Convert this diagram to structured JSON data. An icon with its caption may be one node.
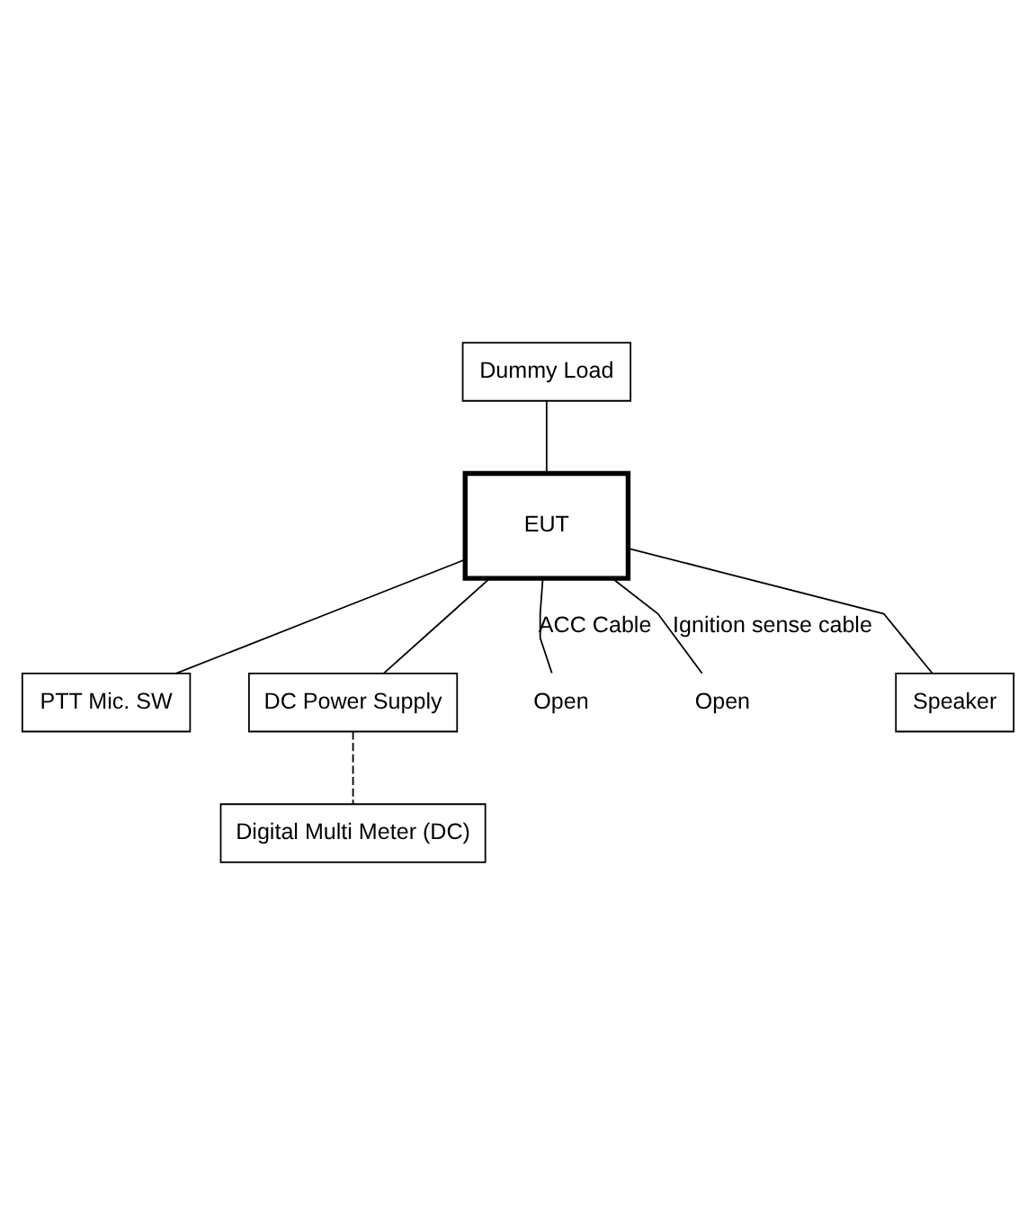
{
  "diagram": {
    "nodes": [
      {
        "text": [
          "Dummy Load"
        ]
      },
      {
        "text": [
          "EUT"
        ]
      },
      {
        "text": [
          "PTT Mic. SW"
        ]
      },
      {
        "text": [
          "DC Power Supply"
        ]
      },
      {
        "text": [
          "Open"
        ]
      },
      {
        "text": [
          "Open"
        ]
      },
      {
        "text": [
          "Speaker"
        ]
      },
      {
        "text": [
          "Digital Multi Meter (DC)"
        ]
      }
    ],
    "edges": [
      {
        "from": 0,
        "to": 1,
        "arrow": "none"
      },
      {
        "from": 1,
        "to": 2,
        "arrow": "none"
      },
      {
        "from": 1,
        "to": 3,
        "arrow": "none"
      },
      {
        "from": 1,
        "to": 4,
        "arrow": "none",
        "label": "ACC Cable"
      },
      {
        "from": 1,
        "to": 5,
        "arrow": "none",
        "label": "Ignition sense cable"
      },
      {
        "from": 1,
        "to": 6,
        "arrow": "none"
      },
      {
        "from": 3,
        "to": 7,
        "arrow": "none",
        "style": "dashed"
      }
    ]
  }
}
